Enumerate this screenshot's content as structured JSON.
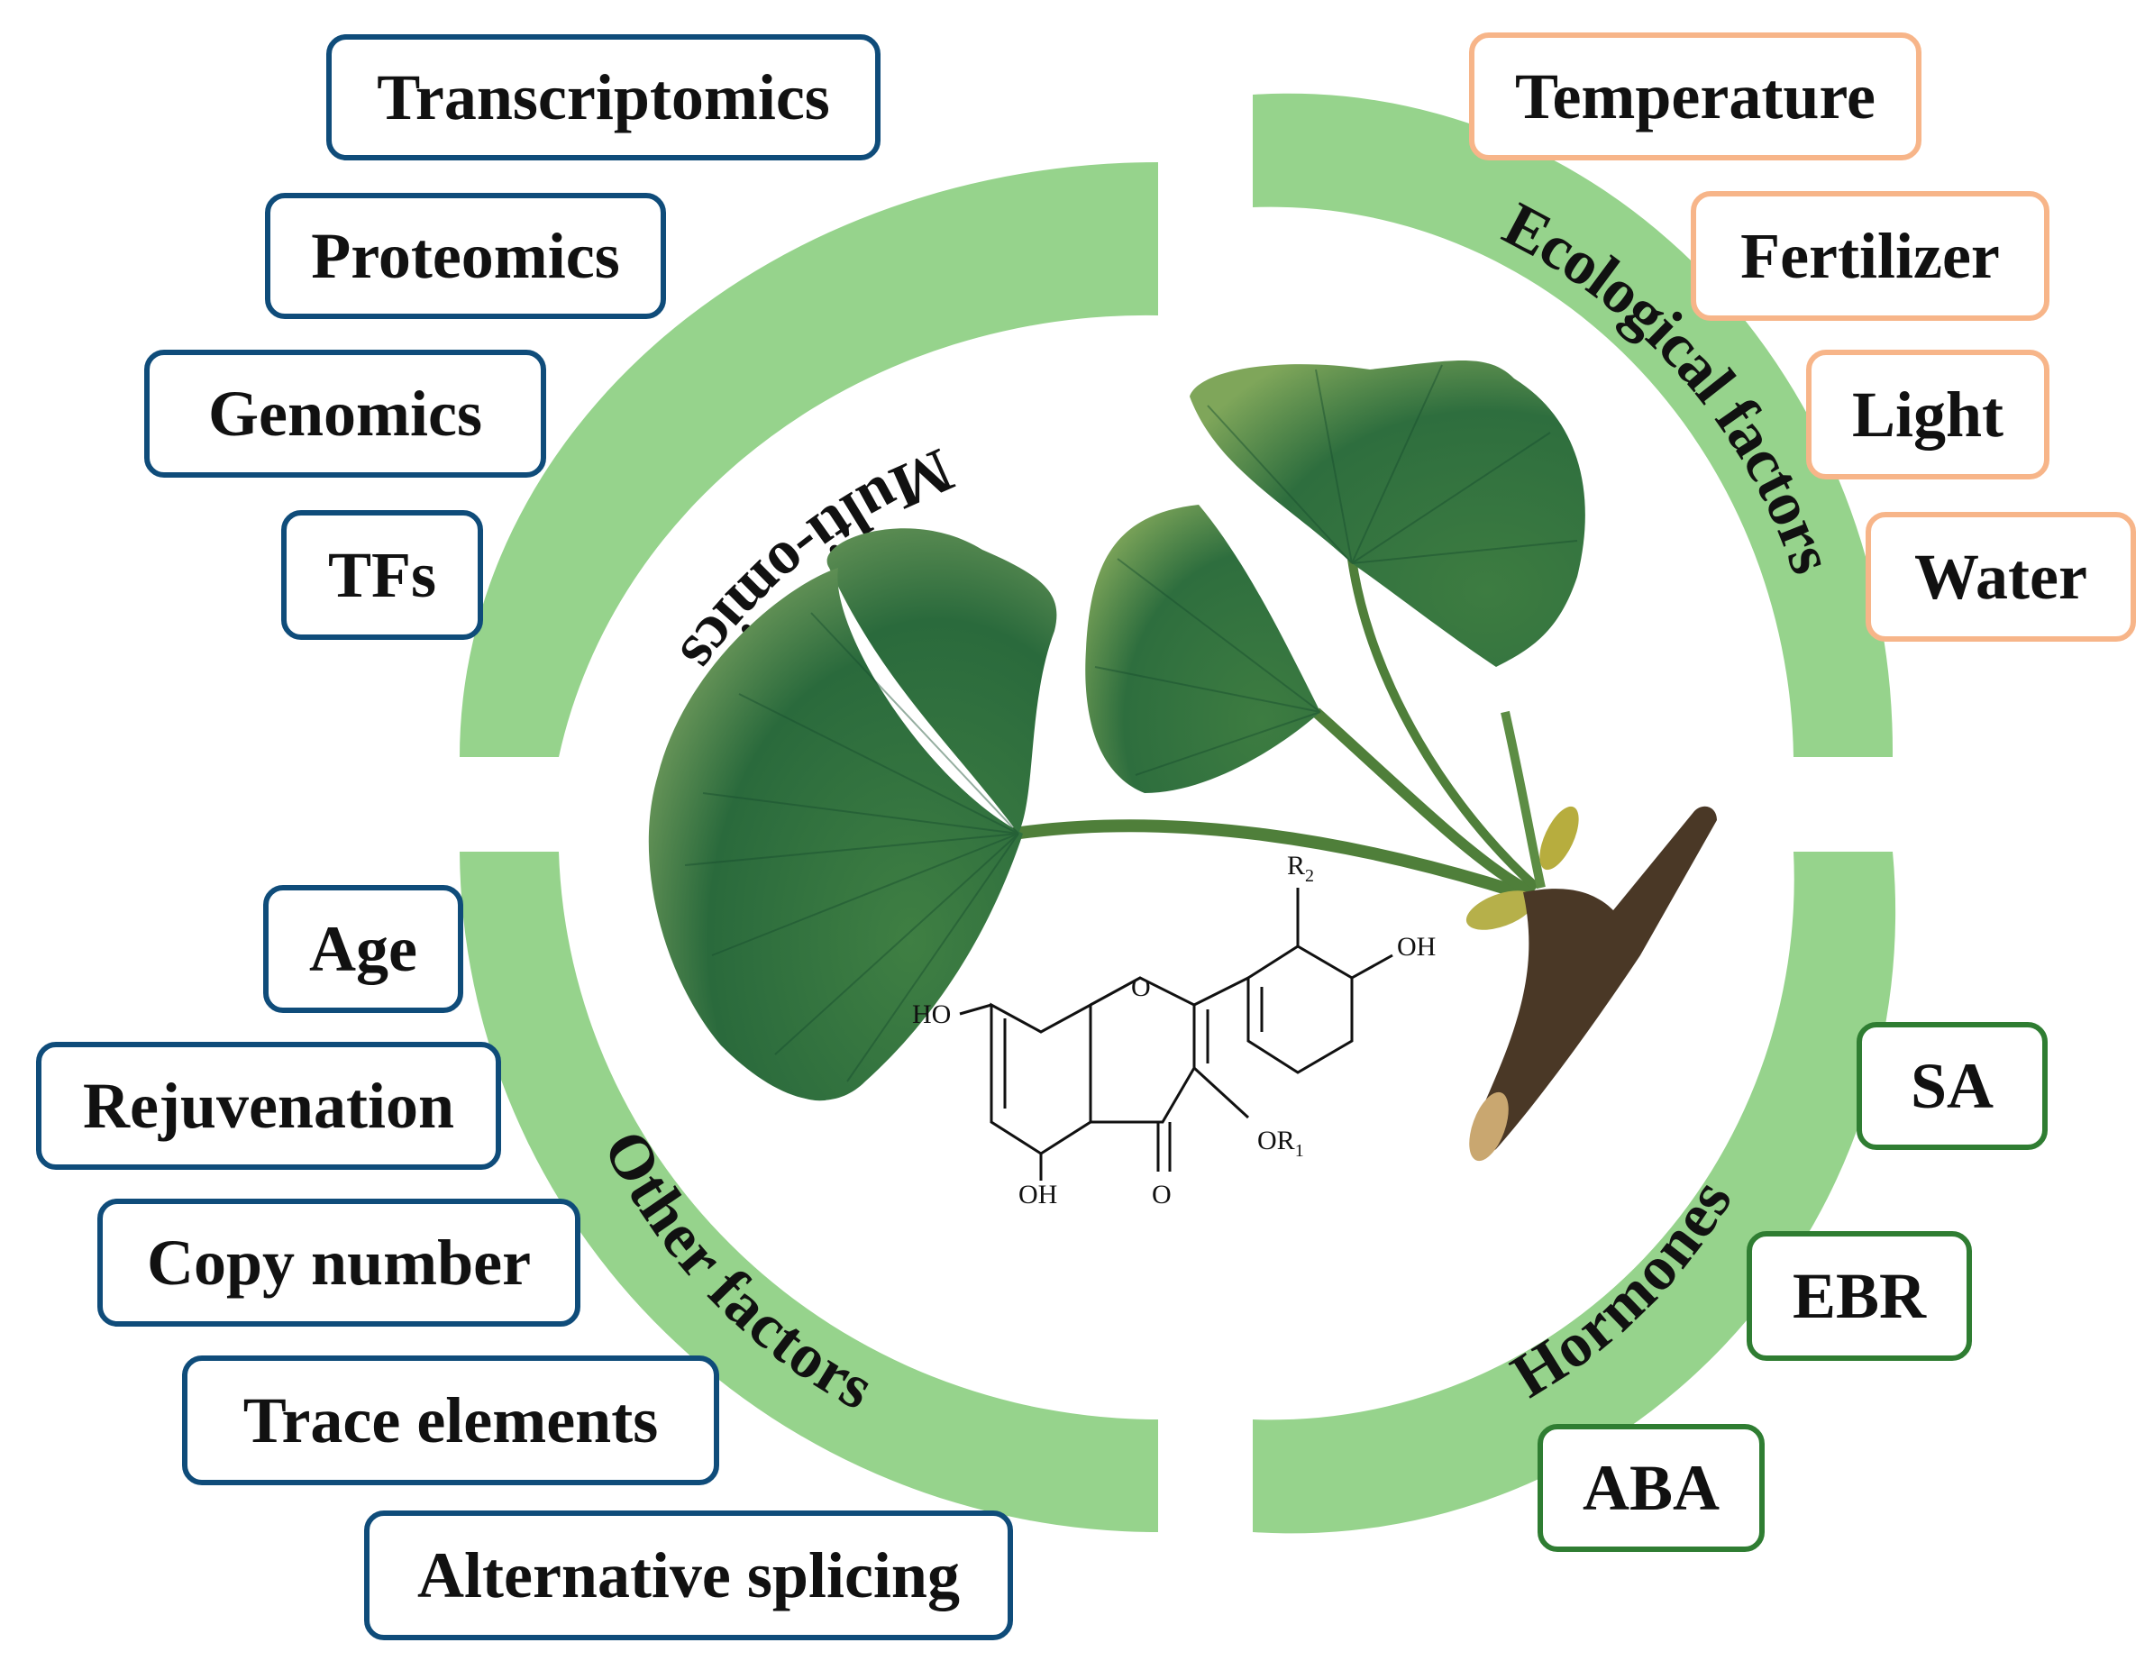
{
  "colors": {
    "ring": "#96d38c",
    "multi_omics_border": "#0f4c7a",
    "ecological_border": "#f7b589",
    "hormones_border": "#2f7d32",
    "other_border": "#0f4c7a",
    "leaf_dark": "#1f5e3a",
    "leaf_light": "#5f9a4e",
    "twig": "#4a3826"
  },
  "segments": {
    "multi_omics": {
      "label": "Multi-omics",
      "items": [
        "Transcriptomics",
        "Proteomics",
        "Genomics",
        "TFs"
      ]
    },
    "ecological": {
      "label": "Ecological factors",
      "items": [
        "Temperature",
        "Fertilizer",
        "Light",
        "Water"
      ]
    },
    "hormones": {
      "label": "Hormones",
      "items": [
        "SA",
        "EBR",
        "ABA"
      ]
    },
    "other": {
      "label": "Other factors",
      "items": [
        "Age",
        "Rejuvenation",
        "Copy number",
        "Trace elements",
        "Alternative splicing"
      ]
    }
  },
  "center": {
    "image": "ginkgo-leaves-illustration",
    "molecule": {
      "labels": {
        "r2": "R",
        "r2_sub": "2",
        "oh_top": "OH",
        "ho_left": "HO",
        "or1": "OR",
        "or1_sub": "1",
        "oh_bottom": "OH",
        "o_ring": "O",
        "o_keto": "O"
      }
    }
  }
}
